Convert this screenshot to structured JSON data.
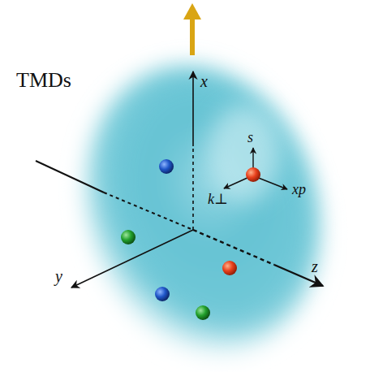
{
  "diagram": {
    "labels": [
      "TMDs",
      "x",
      "s",
      "k⊥",
      "xp",
      "y",
      "z"
    ]
  }
}
